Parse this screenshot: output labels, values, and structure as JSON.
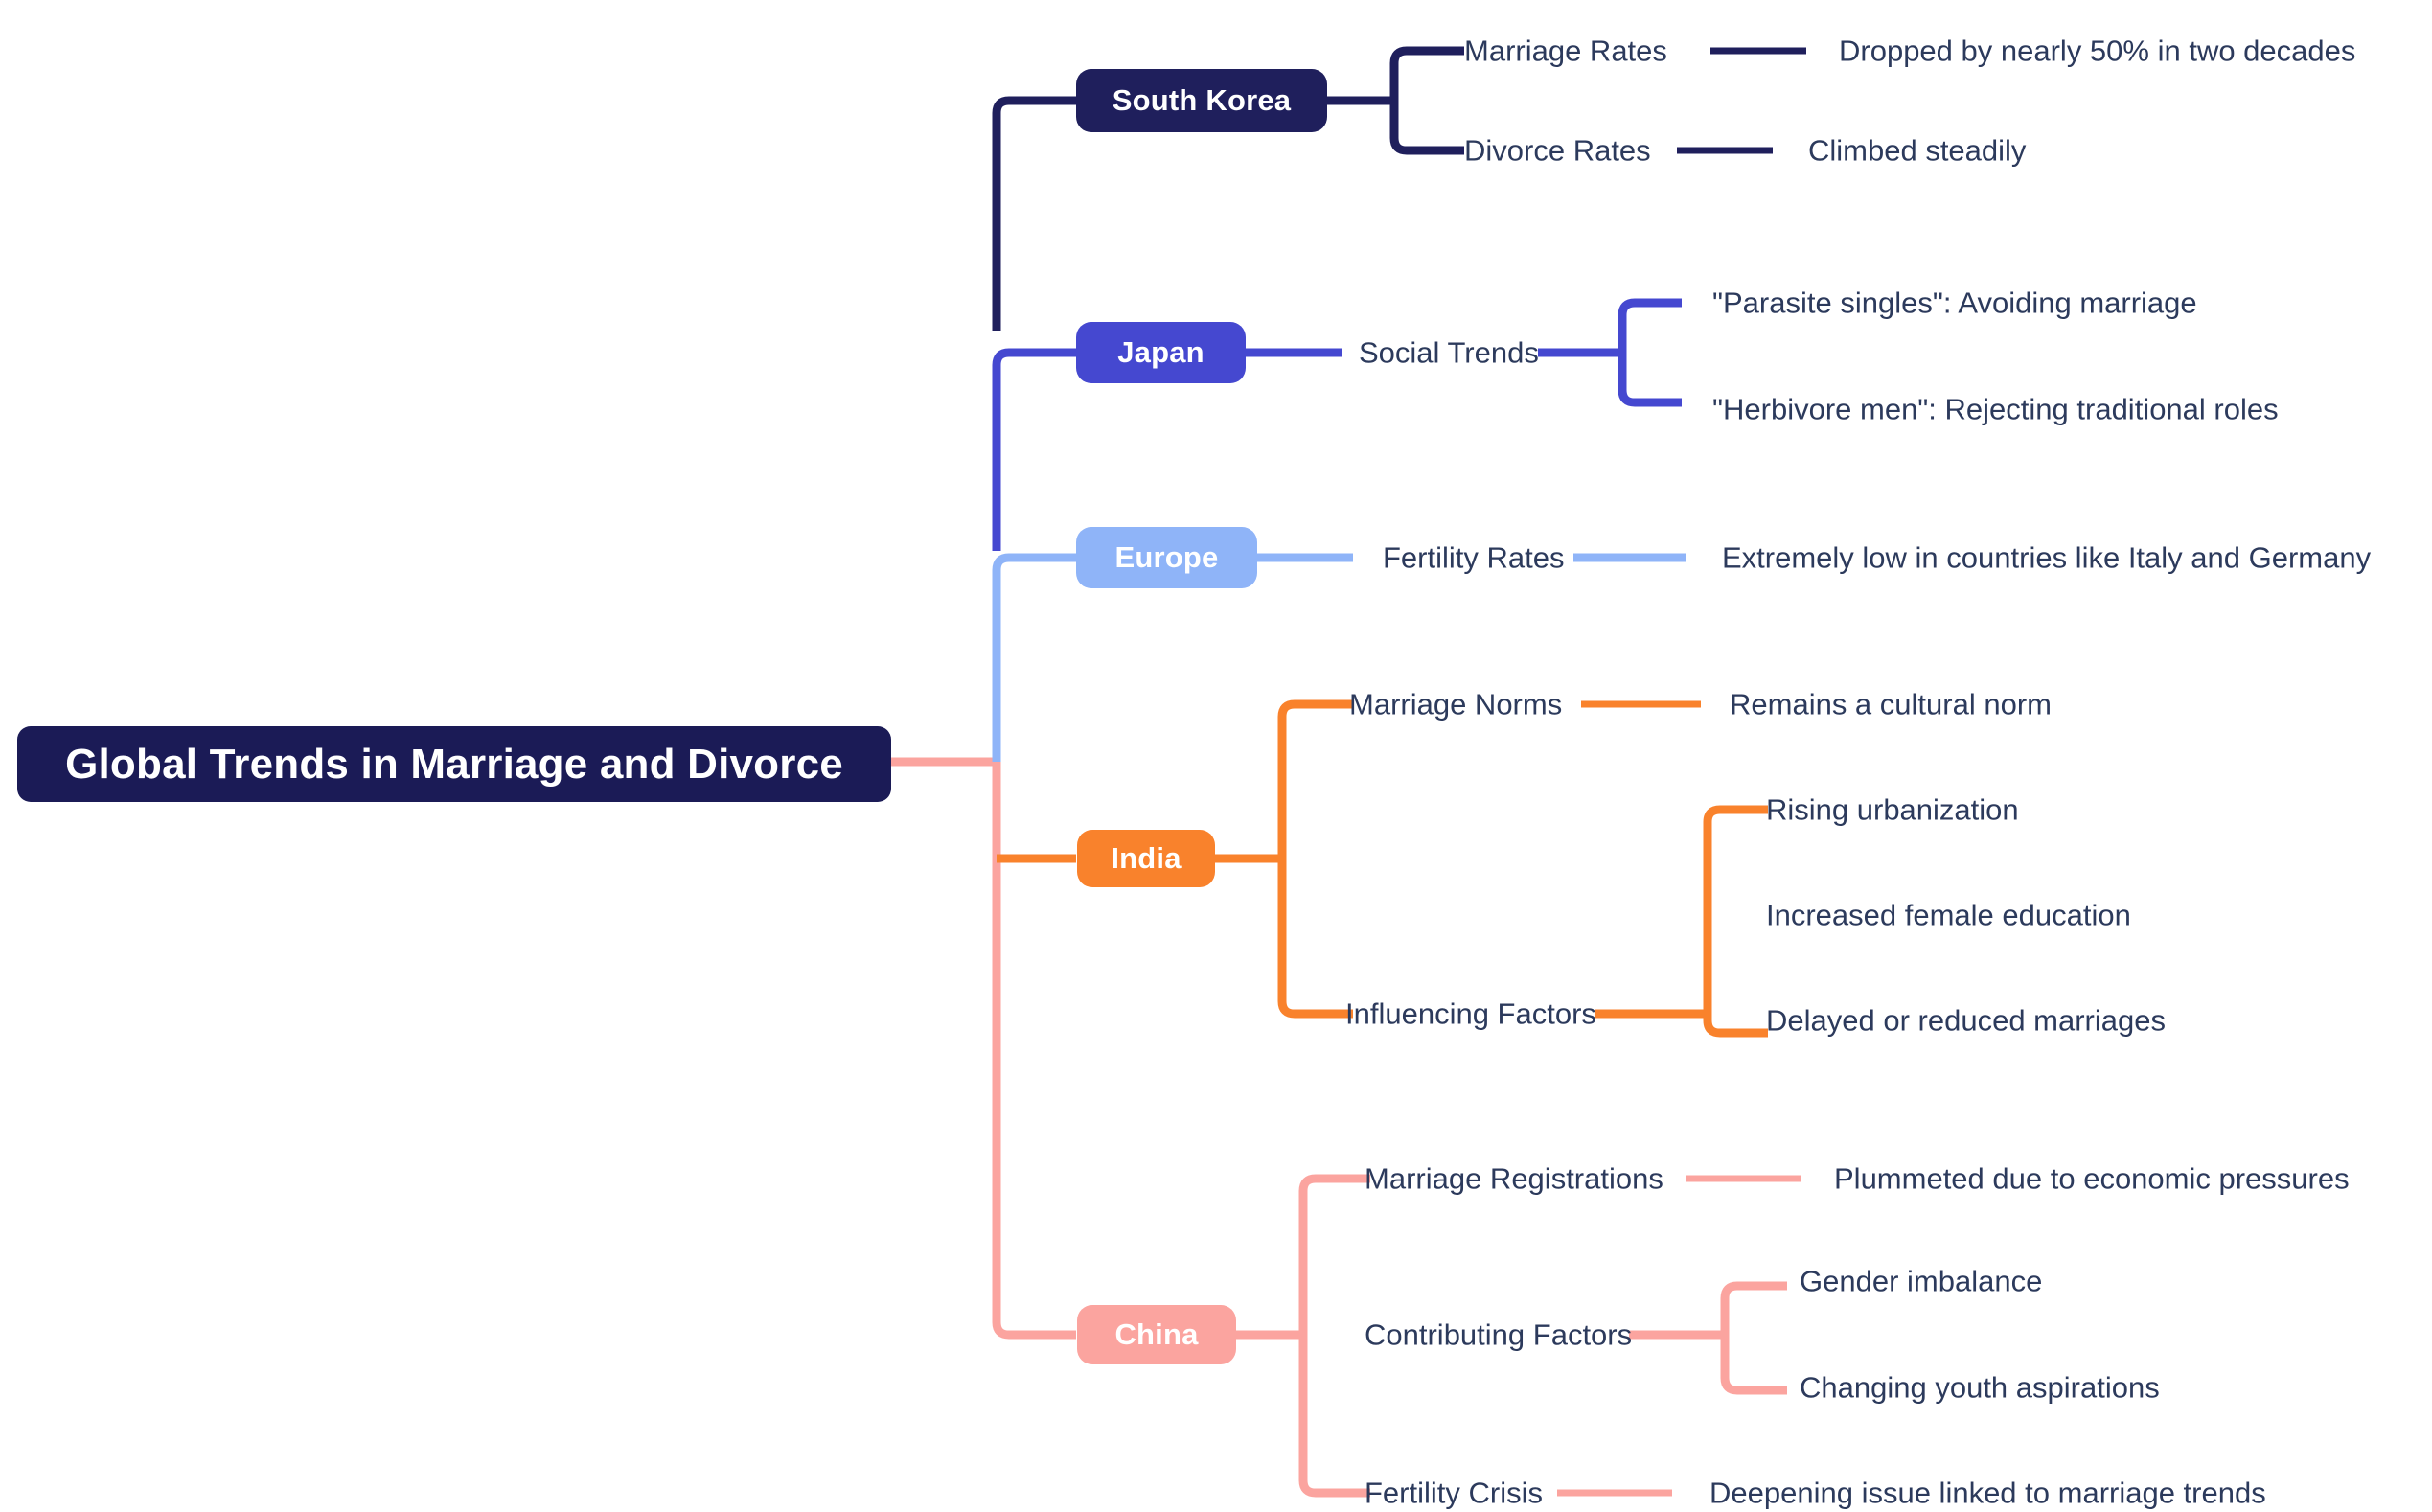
{
  "diagram": {
    "type": "mindmap",
    "orientation": "left-to-right",
    "background": "#ffffff",
    "text_color": "#2c3a5c",
    "root": {
      "label": "Global Trends in Marriage and Divorce",
      "color": "#1b1b56",
      "text_color": "#ffffff"
    },
    "branches": [
      {
        "id": "south-korea",
        "label": "South Korea",
        "color": "#1f1f5c",
        "children": [
          {
            "label": "Marriage Rates",
            "children": [
              {
                "label": "Dropped by nearly 50% in two decades"
              }
            ]
          },
          {
            "label": "Divorce Rates",
            "children": [
              {
                "label": "Climbed steadily"
              }
            ]
          }
        ]
      },
      {
        "id": "japan",
        "label": "Japan",
        "color": "#4548d0",
        "children": [
          {
            "label": "Social Trends",
            "children": [
              {
                "label": "\"Parasite singles\": Avoiding marriage"
              },
              {
                "label": "\"Herbivore men\": Rejecting traditional roles"
              }
            ]
          }
        ]
      },
      {
        "id": "europe",
        "label": "Europe",
        "color": "#8fb4f8",
        "children": [
          {
            "label": "Fertility Rates",
            "children": [
              {
                "label": "Extremely low in countries like Italy and Germany"
              }
            ]
          }
        ]
      },
      {
        "id": "india",
        "label": "India",
        "color": "#f9822c",
        "children": [
          {
            "label": "Marriage Norms",
            "children": [
              {
                "label": "Remains a cultural norm"
              }
            ]
          },
          {
            "label": "Influencing Factors",
            "children": [
              {
                "label": "Rising urbanization"
              },
              {
                "label": "Increased female education"
              },
              {
                "label": "Delayed or reduced marriages"
              }
            ]
          }
        ]
      },
      {
        "id": "china",
        "label": "China",
        "color": "#fba49f",
        "children": [
          {
            "label": "Marriage Registrations",
            "children": [
              {
                "label": "Plummeted due to economic pressures"
              }
            ]
          },
          {
            "label": "Contributing Factors",
            "children": [
              {
                "label": "Gender imbalance"
              },
              {
                "label": "Changing youth aspirations"
              }
            ]
          },
          {
            "label": "Fertility Crisis",
            "children": [
              {
                "label": "Deepening issue linked to marriage trends"
              }
            ]
          }
        ]
      }
    ]
  }
}
